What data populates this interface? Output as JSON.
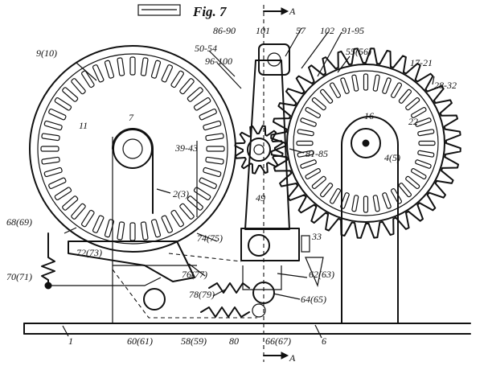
{
  "figure": {
    "title": "Fig. 7",
    "section_mark": "A"
  },
  "labels": {
    "l_9_10": "9(10)",
    "l_11": "11",
    "l_7": "7",
    "l_2_3": "2(3)",
    "l_68_69": "68(69)",
    "l_72_73": "72(73)",
    "l_70_71": "70(71)",
    "l_86_90": "86-90",
    "l_101": "101",
    "l_57": "57",
    "l_102": "102",
    "l_91_95": "91-95",
    "l_50_54": "50-54",
    "l_96_100": "96-100",
    "l_55_56": "55(56)",
    "l_17_21": "17-21",
    "l_28_32": "28-32",
    "l_22": "22",
    "l_16": "16",
    "l_4_5": "4(5)",
    "l_39_43": "39-43",
    "l_81_85": "81-85",
    "l_49": "49",
    "l_33": "33",
    "l_74_75": "74(75)",
    "l_76_77": "76(77)",
    "l_78_79": "78(79)",
    "l_62_63": "62(63)",
    "l_64_65": "64(65)",
    "l_60_61": "60(61)",
    "l_58_59": "58(59)",
    "l_80": "80",
    "l_66_67": "66(67)",
    "l_6": "6",
    "l_1": "1"
  }
}
